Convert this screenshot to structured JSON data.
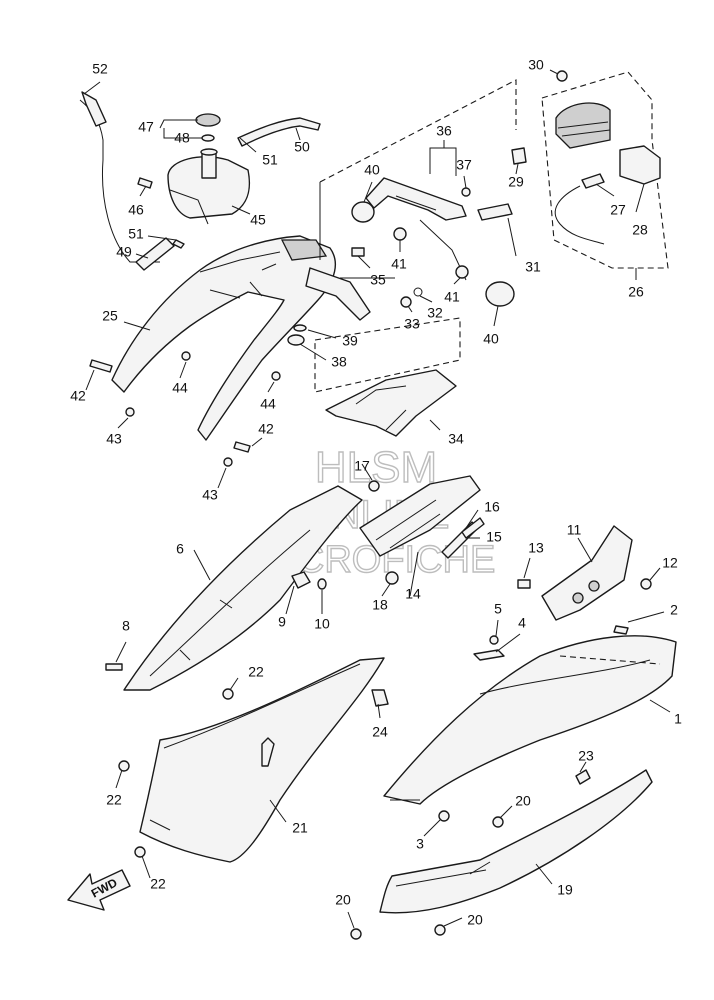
{
  "watermark": {
    "line1": "HLSM",
    "line2": "ONLINE",
    "line3": "MICROFICHE"
  },
  "direction_arrow": {
    "label": "FWD"
  },
  "callouts": [
    {
      "id": "c52",
      "text": "52"
    },
    {
      "id": "c47",
      "text": "47"
    },
    {
      "id": "c48",
      "text": "48"
    },
    {
      "id": "c51a",
      "text": "51"
    },
    {
      "id": "c50",
      "text": "50"
    },
    {
      "id": "c46",
      "text": "46"
    },
    {
      "id": "c45",
      "text": "45"
    },
    {
      "id": "c51b",
      "text": "51"
    },
    {
      "id": "c49",
      "text": "49"
    },
    {
      "id": "c36",
      "text": "36"
    },
    {
      "id": "c37",
      "text": "37"
    },
    {
      "id": "c40a",
      "text": "40"
    },
    {
      "id": "c30",
      "text": "30"
    },
    {
      "id": "c29",
      "text": "29"
    },
    {
      "id": "c27",
      "text": "27"
    },
    {
      "id": "c28",
      "text": "28"
    },
    {
      "id": "c26",
      "text": "26"
    },
    {
      "id": "c35",
      "text": "35"
    },
    {
      "id": "c41a",
      "text": "41"
    },
    {
      "id": "c31",
      "text": "31"
    },
    {
      "id": "c41b",
      "text": "41"
    },
    {
      "id": "c32",
      "text": "32"
    },
    {
      "id": "c33",
      "text": "33"
    },
    {
      "id": "c40b",
      "text": "40"
    },
    {
      "id": "c25",
      "text": "25"
    },
    {
      "id": "c39",
      "text": "39"
    },
    {
      "id": "c38",
      "text": "38"
    },
    {
      "id": "c42a",
      "text": "42"
    },
    {
      "id": "c44a",
      "text": "44"
    },
    {
      "id": "c44b",
      "text": "44"
    },
    {
      "id": "c43a",
      "text": "43"
    },
    {
      "id": "c34",
      "text": "34"
    },
    {
      "id": "c42b",
      "text": "42"
    },
    {
      "id": "c43b",
      "text": "43"
    },
    {
      "id": "c17",
      "text": "17"
    },
    {
      "id": "c16",
      "text": "16"
    },
    {
      "id": "c15",
      "text": "15"
    },
    {
      "id": "c6",
      "text": "6"
    },
    {
      "id": "c11",
      "text": "11"
    },
    {
      "id": "c13",
      "text": "13"
    },
    {
      "id": "c12",
      "text": "12"
    },
    {
      "id": "c18",
      "text": "18"
    },
    {
      "id": "c14",
      "text": "14"
    },
    {
      "id": "c9",
      "text": "9"
    },
    {
      "id": "c10",
      "text": "10"
    },
    {
      "id": "c8",
      "text": "8"
    },
    {
      "id": "c5",
      "text": "5"
    },
    {
      "id": "c4",
      "text": "4"
    },
    {
      "id": "c2",
      "text": "2"
    },
    {
      "id": "c22a",
      "text": "22"
    },
    {
      "id": "c24",
      "text": "24"
    },
    {
      "id": "c1",
      "text": "1"
    },
    {
      "id": "c22b",
      "text": "22"
    },
    {
      "id": "c23",
      "text": "23"
    },
    {
      "id": "c20a",
      "text": "20"
    },
    {
      "id": "c21",
      "text": "21"
    },
    {
      "id": "c3",
      "text": "3"
    },
    {
      "id": "c22c",
      "text": "22"
    },
    {
      "id": "c19",
      "text": "19"
    },
    {
      "id": "c20b",
      "text": "20"
    },
    {
      "id": "c20c",
      "text": "20"
    }
  ]
}
